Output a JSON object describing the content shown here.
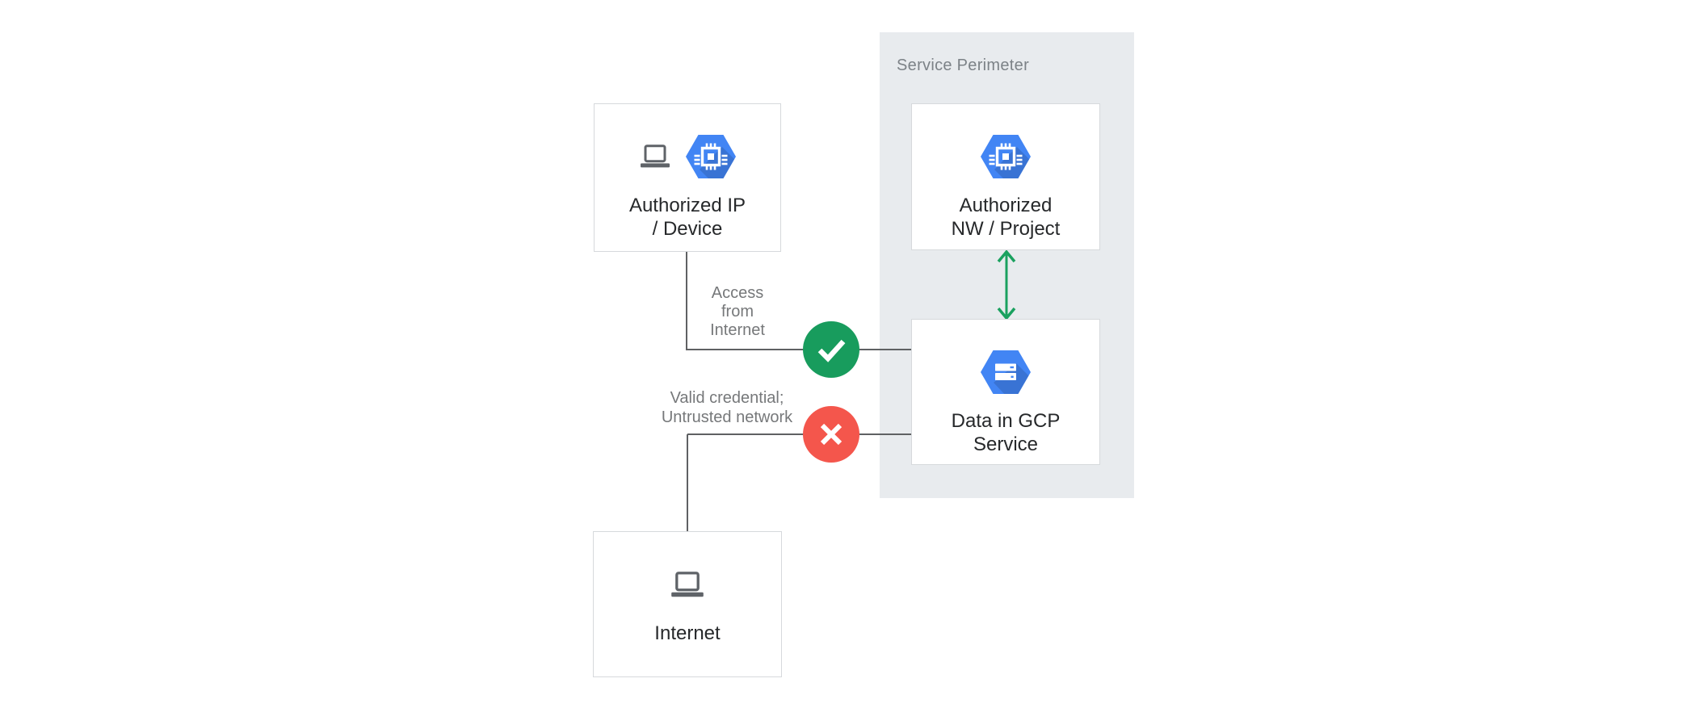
{
  "colors": {
    "canvas_bg": "#ffffff",
    "perimeter_bg": "#e8ebee",
    "node_bg": "#ffffff",
    "node_border": "#d6d9dc",
    "connector": "#5f6163",
    "green": "#189c5d",
    "arrow_green": "#1aa15f",
    "red": "#f4564c",
    "gcp_blue": "#4285f4",
    "icon_gray": "#5f6368",
    "label_dark": "#26282a",
    "label_gray": "#76787a",
    "perimeter_label_gray": "#7c8287"
  },
  "perimeter": {
    "label": "Service Perimeter"
  },
  "nodes": {
    "authorized_ip_device": {
      "line1": "Authorized IP",
      "line2": "/ Device",
      "icons": [
        "laptop-icon",
        "compute-engine-hexagon-icon"
      ]
    },
    "authorized_nw_project": {
      "line1": "Authorized",
      "line2": "NW / Project",
      "icons": [
        "compute-engine-hexagon-icon"
      ]
    },
    "data_in_gcp_service": {
      "line1": "Data in GCP",
      "line2": "Service",
      "icons": [
        "storage-hexagon-icon"
      ]
    },
    "internet": {
      "line1": "Internet",
      "icons": [
        "laptop-icon"
      ]
    }
  },
  "edges": {
    "access_from_internet": {
      "line1": "Access",
      "line2": "from",
      "line3": "Internet",
      "status": "allowed",
      "badge": "check"
    },
    "valid_credential_untrusted": {
      "line1": "Valid credential;",
      "line2": "Untrusted network",
      "status": "blocked",
      "badge": "cross"
    },
    "nw_to_data": {
      "status": "bidirectional",
      "badge": "double-arrow"
    }
  }
}
